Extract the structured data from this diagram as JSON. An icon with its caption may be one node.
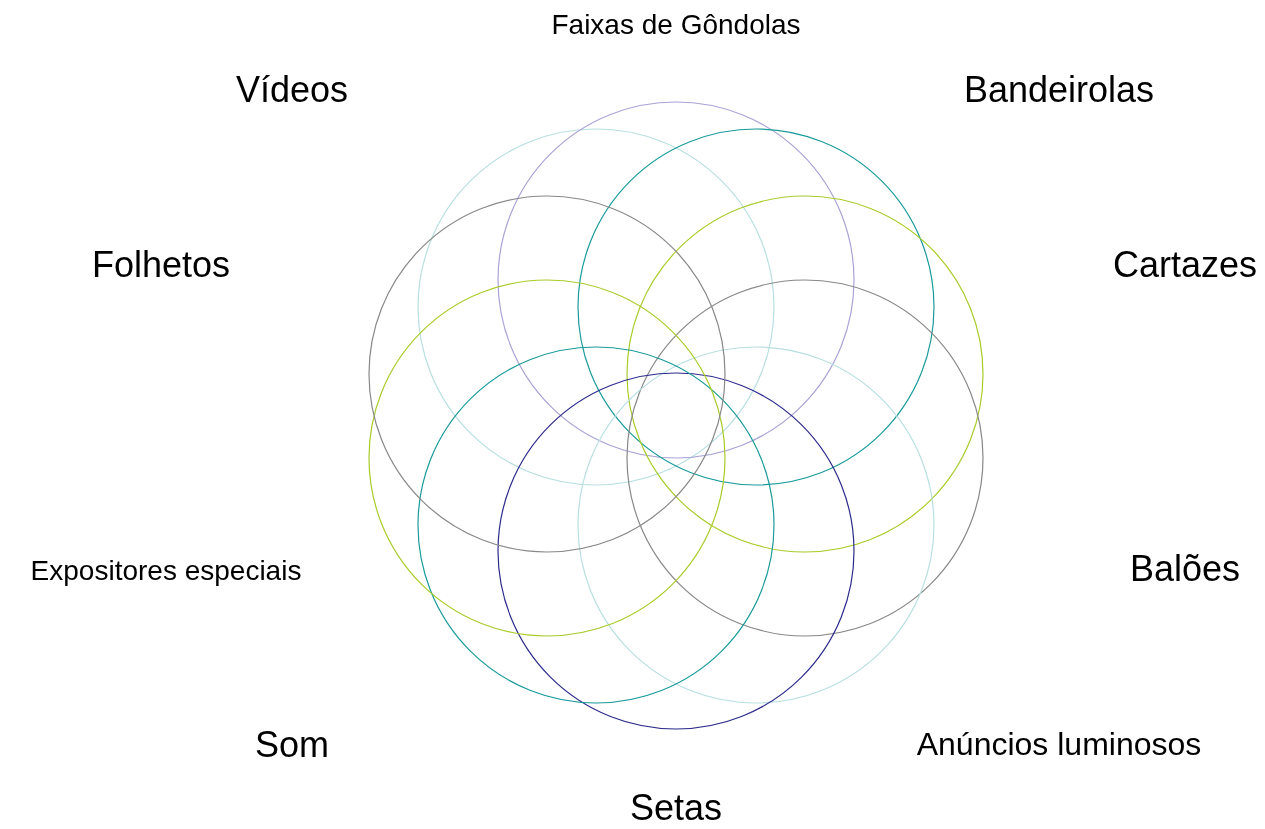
{
  "diagram": {
    "labels": [
      "Faixas de Gôndolas",
      "Vídeos",
      "Bandeirolas",
      "Folhetos",
      "Cartazes",
      "Expositores especiais",
      "Balões",
      "Som",
      "Anúncios luminosos",
      "Setas"
    ]
  }
}
